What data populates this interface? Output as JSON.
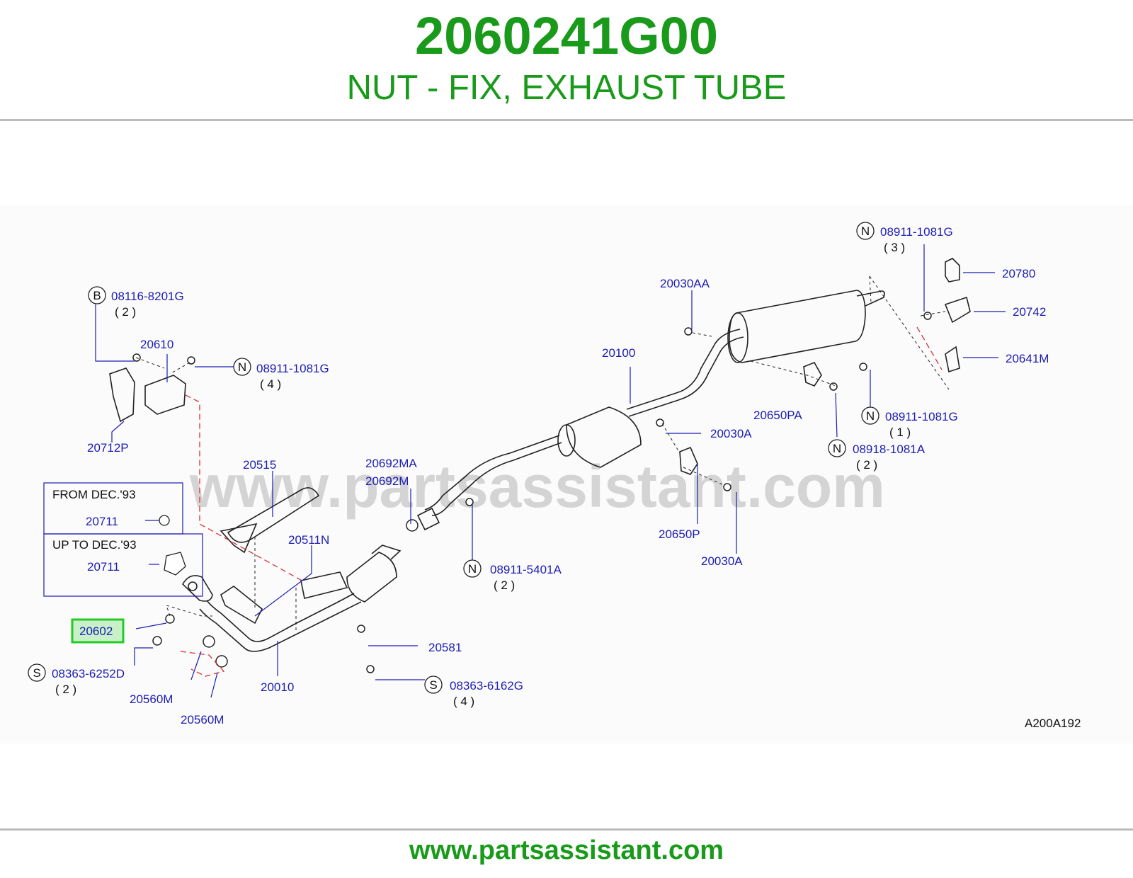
{
  "header": {
    "part_number": "2060241G00",
    "part_name": "NUT - FIX, EXHAUST TUBE"
  },
  "watermark": "www.partsassistant.com",
  "footer_url": "www.partsassistant.com",
  "diagram": {
    "code": "A200A192",
    "highlighted_part": "20602",
    "notes": {
      "from": "FROM  DEC.'93",
      "up_to": "UP  TO  DEC.'93",
      "from_part": "20711",
      "up_to_part": "20711"
    },
    "labels": {
      "b_08116_8201g": "08116-8201G",
      "qty_b_2": "( 2 )",
      "p_20610": "20610",
      "n_08911_1081g_4": "08911-1081G",
      "qty_n_4": "( 4 )",
      "p_20712p": "20712P",
      "p_20515": "20515",
      "p_20511n": "20511N",
      "p_20692ma": "20692MA",
      "p_20692m": "20692M",
      "n_08911_5401a": "08911-5401A",
      "qty_n_2a": "( 2 )",
      "p_20100": "20100",
      "p_20030aa": "20030AA",
      "p_20030a_1": "20030A",
      "p_20030a_2": "20030A",
      "p_20650p": "20650P",
      "p_20650pa": "20650PA",
      "n_08911_1081g_1": "08911-1081G",
      "qty_n_1": "( 1 )",
      "n_08918_1081a": "08918-1081A",
      "qty_n_2b": "( 2 )",
      "n_08911_1081g_3": "08911-1081G",
      "qty_n_3": "( 3 )",
      "p_20780": "20780",
      "p_20742": "20742",
      "p_20641m": "20641M",
      "s_08363_6252d": "08363-6252D",
      "qty_s_2": "( 2 )",
      "p_20560m_1": "20560M",
      "p_20560m_2": "20560M",
      "p_20010": "20010",
      "p_20581": "20581",
      "s_08363_6162g": "08363-6162G",
      "qty_s_4": "( 4 )"
    },
    "symbols": {
      "bolt": "B",
      "nut": "N",
      "screw": "S"
    }
  },
  "colors": {
    "brand_green": "#1a9a1a",
    "label_blue": "#1c1cb4",
    "highlight": "#22cc22",
    "dash_red": "#d93030"
  }
}
